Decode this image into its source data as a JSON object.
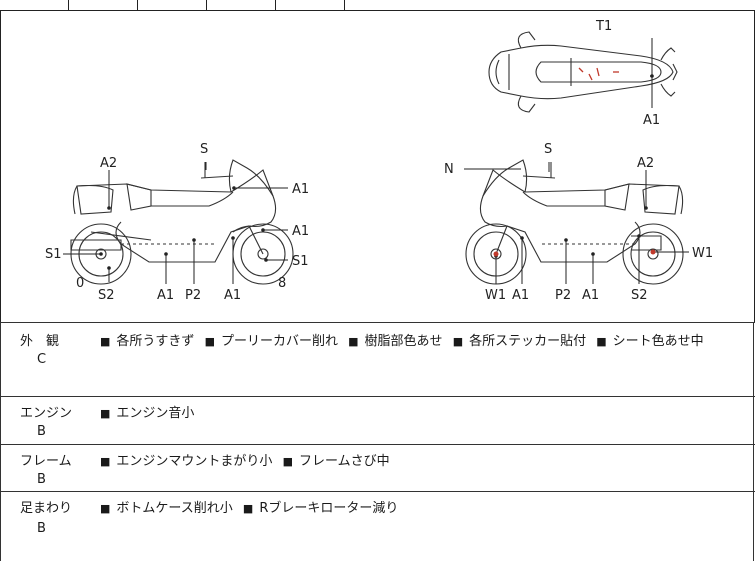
{
  "diagram": {
    "top_view": {
      "labels": {
        "t1": "T1",
        "a1": "A1"
      }
    },
    "left_view": {
      "labels": {
        "s": "S",
        "a2": "A2",
        "a1_upper": "A1",
        "a1_front": "A1",
        "s1_left": "S1",
        "s1_right": "S1",
        "zero": "0",
        "s2": "S2",
        "a1_bottom1": "A1",
        "p2": "P2",
        "a1_bottom2": "A1",
        "eight": "8"
      }
    },
    "right_view": {
      "labels": {
        "n": "N",
        "s": "S",
        "a2": "A2",
        "w1_right": "W1",
        "w1_bottom": "W1",
        "a1_bottom1": "A1",
        "p2": "P2",
        "a1_bottom2": "A1",
        "s2": "S2"
      }
    }
  },
  "condition_rows": [
    {
      "category": "外　観",
      "grade": "C",
      "items": [
        "各所うすきず",
        "プーリーカバー削れ",
        "樹脂部色あせ",
        "各所ステッカー貼付",
        "シート色あせ中"
      ]
    },
    {
      "category": "エンジン",
      "grade": "B",
      "items": [
        "エンジン音小"
      ]
    },
    {
      "category": "フレーム",
      "grade": "B",
      "items": [
        "エンジンマウントまがり小",
        "フレームさび中"
      ]
    },
    {
      "category": "足まわり",
      "grade": "B",
      "items": [
        "ボトムケース削れ小",
        "Rブレーキローター減り"
      ]
    }
  ],
  "bullet": "■",
  "colors": {
    "damage_mark": "#c0392b",
    "line": "#222222",
    "outline": "#333333"
  }
}
